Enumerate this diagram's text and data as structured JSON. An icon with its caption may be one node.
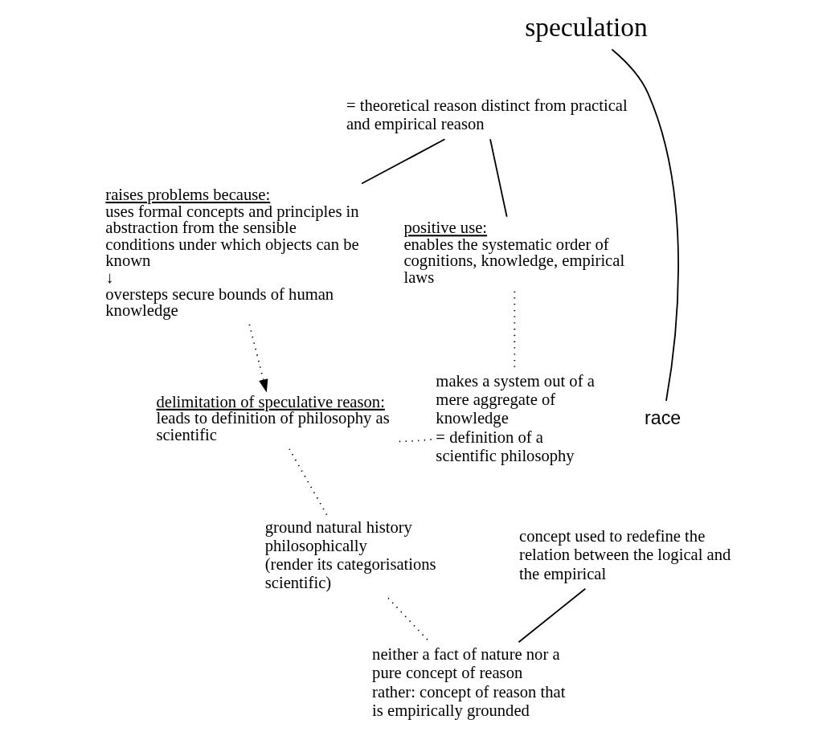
{
  "diagram": {
    "nodes": [
      {
        "text": [
          "speculation"
        ]
      },
      {
        "text": [
          "= theoretical reason distinct from practical and empirical reason"
        ]
      },
      {
        "text": [
          "raises problems because:",
          "uses formal concepts and principles in abstraction from the sensible conditions under which objects can be known",
          "↓",
          "oversteps secure bounds of human knowledge"
        ]
      },
      {
        "text": [
          "positive use:",
          "enables the systematic order of cognitions, knowledge, empirical laws"
        ]
      },
      {
        "text": [
          "makes a system out of a mere aggregate of knowledge",
          "= definition of a scientific philosophy"
        ]
      },
      {
        "text": [
          "delimitation of speculative reason:",
          "leads to definition of philosophy as scientific"
        ]
      },
      {
        "text": [
          "race"
        ]
      },
      {
        "text": [
          "concept used to redefine the relation between the logical and the empirical"
        ]
      },
      {
        "text": [
          "ground natural history philosophically",
          "(render its categorisations scientific)"
        ]
      },
      {
        "text": [
          "neither a fact of nature nor a pure concept of reason",
          "rather: concept of reason that is empirically grounded"
        ]
      }
    ],
    "edges": [
      {
        "from": 0,
        "to": 6,
        "arrow": "none"
      },
      {
        "from": 1,
        "to": 2,
        "arrow": "none"
      },
      {
        "from": 1,
        "to": 3,
        "arrow": "none"
      },
      {
        "from": 3,
        "to": 4,
        "arrow": "none",
        "style": "dashed"
      },
      {
        "from": 2,
        "to": 5,
        "arrow": "to",
        "style": "dashed"
      },
      {
        "from": 4,
        "to": 5,
        "arrow": "none",
        "style": "dashed"
      },
      {
        "from": 5,
        "to": 8,
        "arrow": "none",
        "style": "dashed"
      },
      {
        "from": 7,
        "to": 9,
        "arrow": "none"
      },
      {
        "from": 8,
        "to": 9,
        "arrow": "none",
        "style": "dashed"
      }
    ]
  }
}
